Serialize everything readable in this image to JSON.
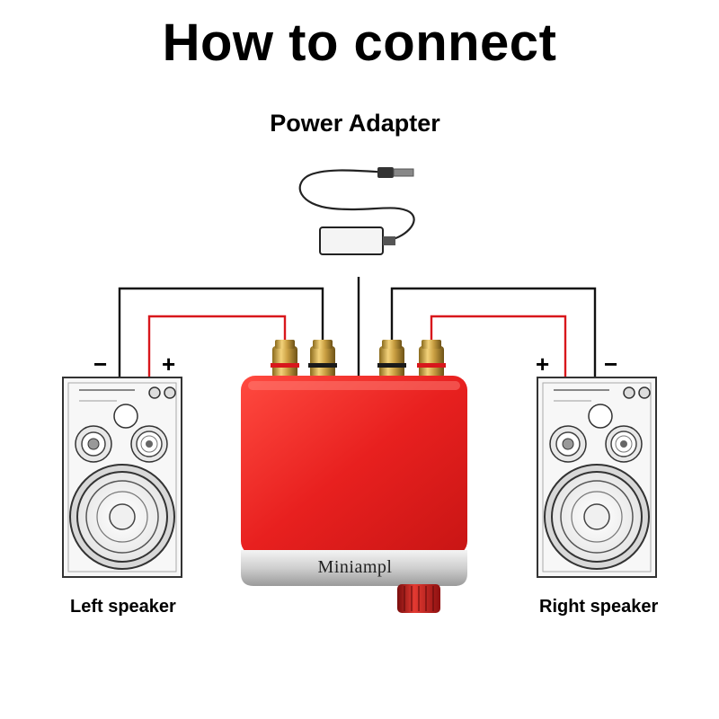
{
  "title": "How to connect",
  "power_adapter": {
    "label": "Power Adapter"
  },
  "amplifier": {
    "brand": "Miniampl",
    "body_color": "#e8201f"
  },
  "left_speaker": {
    "label": "Left speaker",
    "minus": "−",
    "plus": "+"
  },
  "right_speaker": {
    "label": "Right speaker",
    "minus": "−",
    "plus": "+"
  },
  "wire_colors": {
    "positive": "#d8171c",
    "negative": "#111111"
  }
}
